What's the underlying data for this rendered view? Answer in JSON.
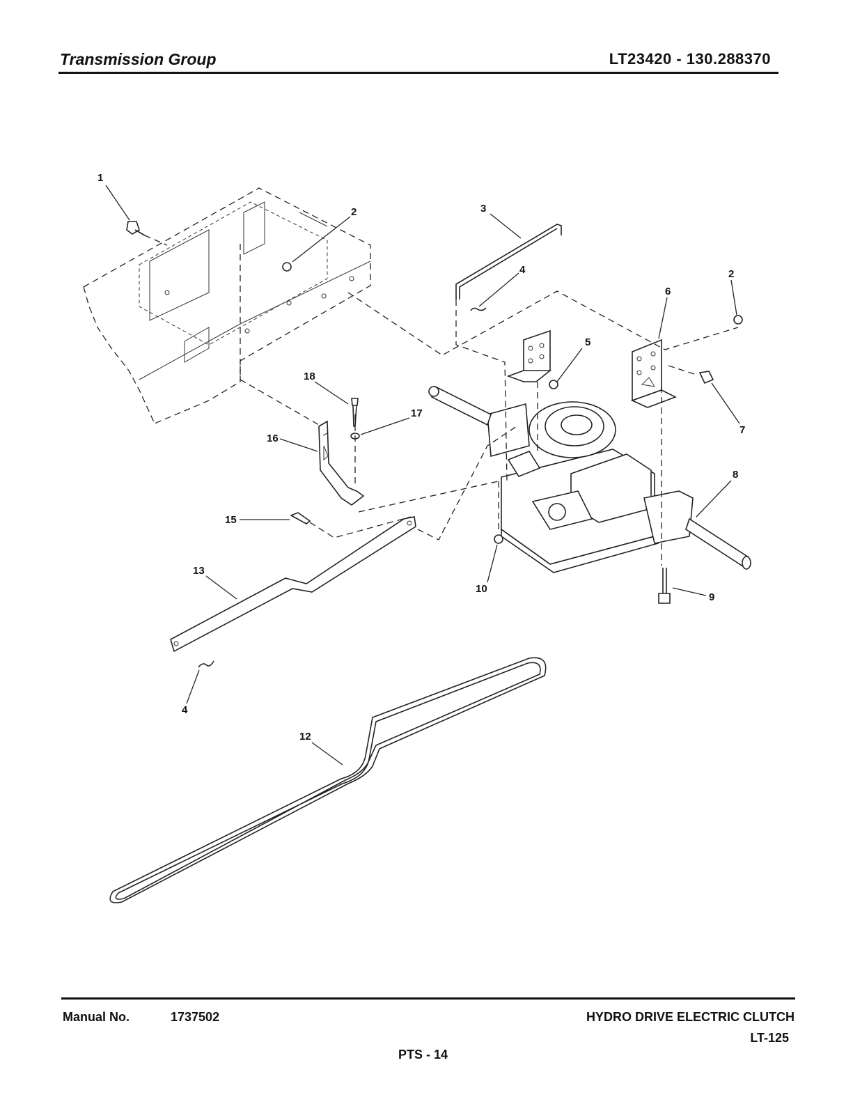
{
  "header": {
    "title": "Transmission Group",
    "model": "LT23420 - 130.288370"
  },
  "callouts": [
    "1",
    "2",
    "3",
    "4",
    "5",
    "6",
    "2",
    "7",
    "8",
    "18",
    "17",
    "16",
    "15",
    "13",
    "10",
    "9",
    "4",
    "12"
  ],
  "footer": {
    "manual_label": "Manual No.",
    "manual_number": "1737502",
    "drive_type": "HYDRO DRIVE ELECTRIC CLUTCH",
    "model_code": "LT-125",
    "page": "PTS - 14"
  }
}
